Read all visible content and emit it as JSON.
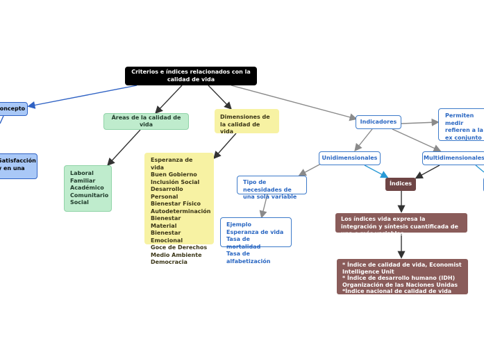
{
  "root": "Criterios e índices relacionados con la calidad de vida",
  "concepto": "Concepto",
  "satisfaccion": "Satisfacción y en una",
  "areas": "Áreas de la calidad de vida",
  "areas_list": [
    "Laboral",
    "Familiar",
    "Académico",
    "Comunitario",
    "Social"
  ],
  "dimensiones": "Dimensiones de la calidad de vida",
  "dimensiones_list": [
    "Esperanza de vida",
    "Buen Gobierno",
    "Inclusión Social",
    "Desarrollo Personal",
    "Bienestar Físico",
    "Autodeterminación",
    "Bienestar Material",
    "Bienestar Emocional",
    "Goce de Derechos",
    "Medio Ambiente",
    "Democracia"
  ],
  "indicadores": "Indicadores",
  "permiten": "Permiten medir refieren a la ex conjunto de fa bienestar pers",
  "unidimensionales": "Unidimensionales",
  "multidimensionales": "Multidimensionales",
  "tipo_necesidades": "Tipo de necesidades de una sola variable",
  "ejemplo_list": [
    "Ejemplo",
    "Esperanza de vida",
    "Tasa de mortalidad",
    "Tasa de alfabetización"
  ],
  "indices": "Índices",
  "indices_desc": "Los índices vida expresa la integración y síntesis cuantificada de una o más variables",
  "indices_list": [
    "* Índice de calidad de vida, Economist Intelligence Unit",
    "* Índice de desarrollo humano (IDH) Organización de las Naciones Unidas",
    "*Índice nacional de calidad de vida"
  ],
  "colors": {
    "blue_link": "#2f62c4",
    "gray_link": "#8a8a8a",
    "dark_link": "#333333",
    "brown": "#6e4545"
  }
}
